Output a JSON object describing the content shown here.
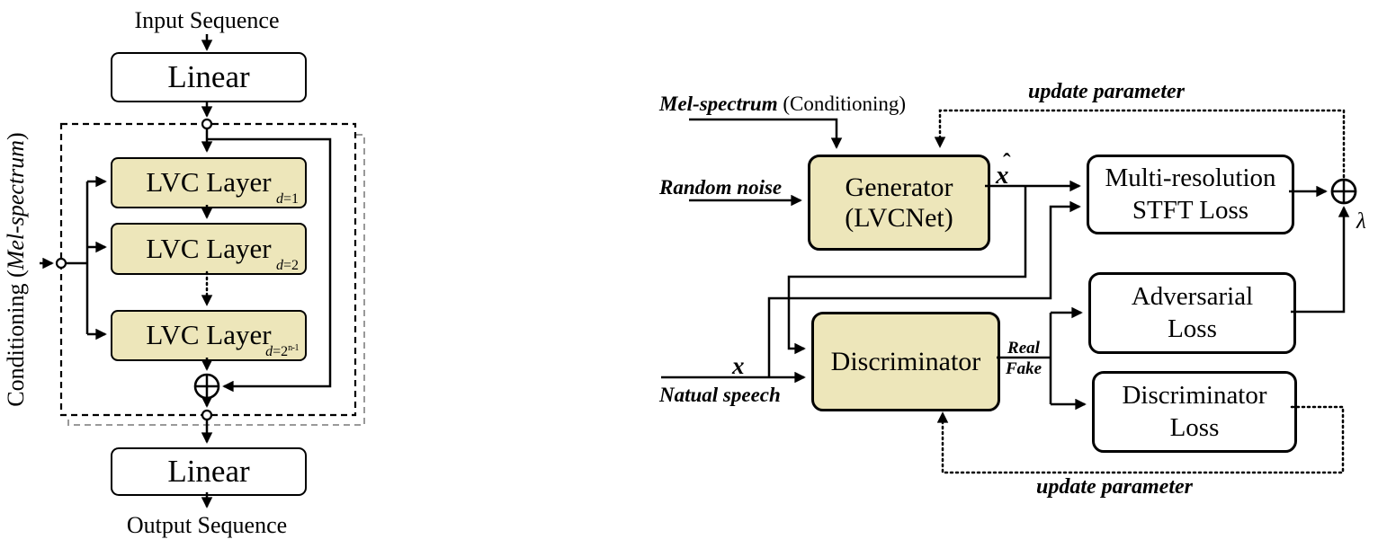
{
  "figure": {
    "description_colors": {
      "block_fill": "#ede6ba",
      "line": "#000000",
      "repeat_outline": "#999999"
    },
    "left": {
      "input_label": "Input Sequence",
      "linear_top_label": "Linear",
      "linear_bottom_label": "Linear",
      "output_label": "Output Sequence",
      "conditioning": {
        "prefix": "Conditioning (",
        "italic": "Mel-spectrum",
        "suffix": ")"
      },
      "layers": [
        {
          "label": "LVC Layer",
          "sub_var": "d",
          "sub_eq": "=1",
          "sup": ""
        },
        {
          "label": "LVC Layer",
          "sub_var": "d",
          "sub_eq": "=2",
          "sup": ""
        },
        {
          "label": "LVC Layer",
          "sub_var": "d",
          "sub_eq": "=2",
          "sup": "n-1"
        }
      ]
    },
    "right": {
      "mel_label_italic": "Mel-spectrum",
      "mel_label_plain": " (Conditioning)",
      "random_noise_label": "Random noise",
      "generator_line1": "Generator",
      "generator_line2": "(LVCNet)",
      "x_hat_base": "x",
      "x_hat_accent": "ˆ",
      "stft_line1": "Multi-resolution",
      "stft_line2": "STFT Loss",
      "adversarial_line1": "Adversarial",
      "adversarial_line2": "Loss",
      "discriminator_label": "Discriminator",
      "disc_loss_line1": "Discriminator",
      "disc_loss_line2": "Loss",
      "real_label": "Real",
      "fake_label": "Fake",
      "x_label": "x",
      "natural_speech_label": "Natual speech",
      "lambda_label": "λ",
      "update_param_top": "update parameter",
      "update_param_bottom": "update parameter"
    }
  }
}
